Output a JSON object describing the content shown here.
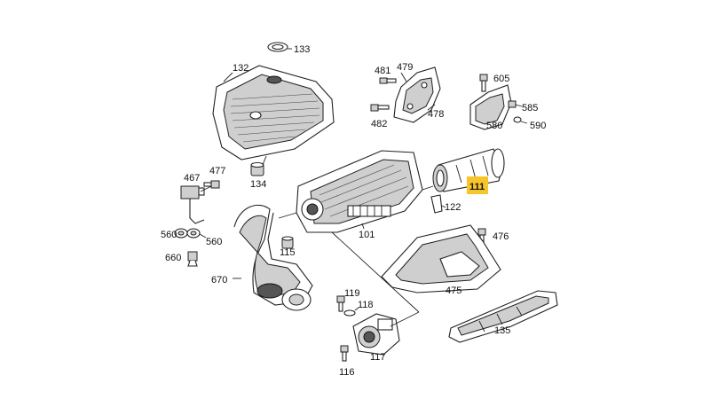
{
  "diagram": {
    "highlight_color": "#f6c52a",
    "line_color": "#222222",
    "parts": {
      "p133": "133",
      "p132": "132",
      "p481": "481",
      "p479": "479",
      "p478": "478",
      "p482": "482",
      "p605": "605",
      "p585": "585",
      "p580": "580",
      "p590": "590",
      "p467": "467",
      "p477": "477",
      "p134": "134",
      "p111": "111",
      "p122": "122",
      "p560a": "560",
      "p560b": "560",
      "p660": "660",
      "p101": "101",
      "p115": "115",
      "p476": "476",
      "p670": "670",
      "p475": "475",
      "p119": "119",
      "p118": "118",
      "p135": "135",
      "p117": "117",
      "p116": "116"
    }
  }
}
